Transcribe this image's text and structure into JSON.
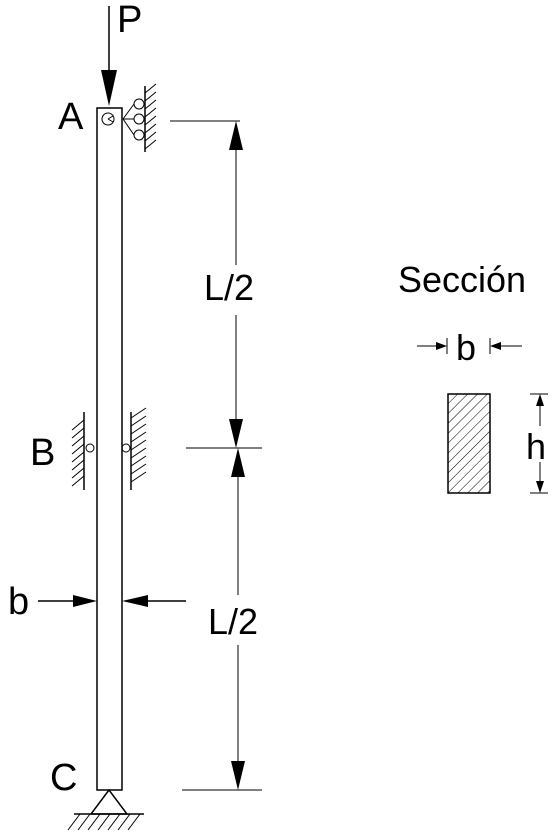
{
  "labels": {
    "load": "P",
    "point_a": "A",
    "point_b": "B",
    "point_c": "C",
    "width_dim": "b",
    "upper_span": "L/2",
    "lower_span": "L/2",
    "section_title": "Sección",
    "section_width": "b",
    "section_height": "h"
  }
}
